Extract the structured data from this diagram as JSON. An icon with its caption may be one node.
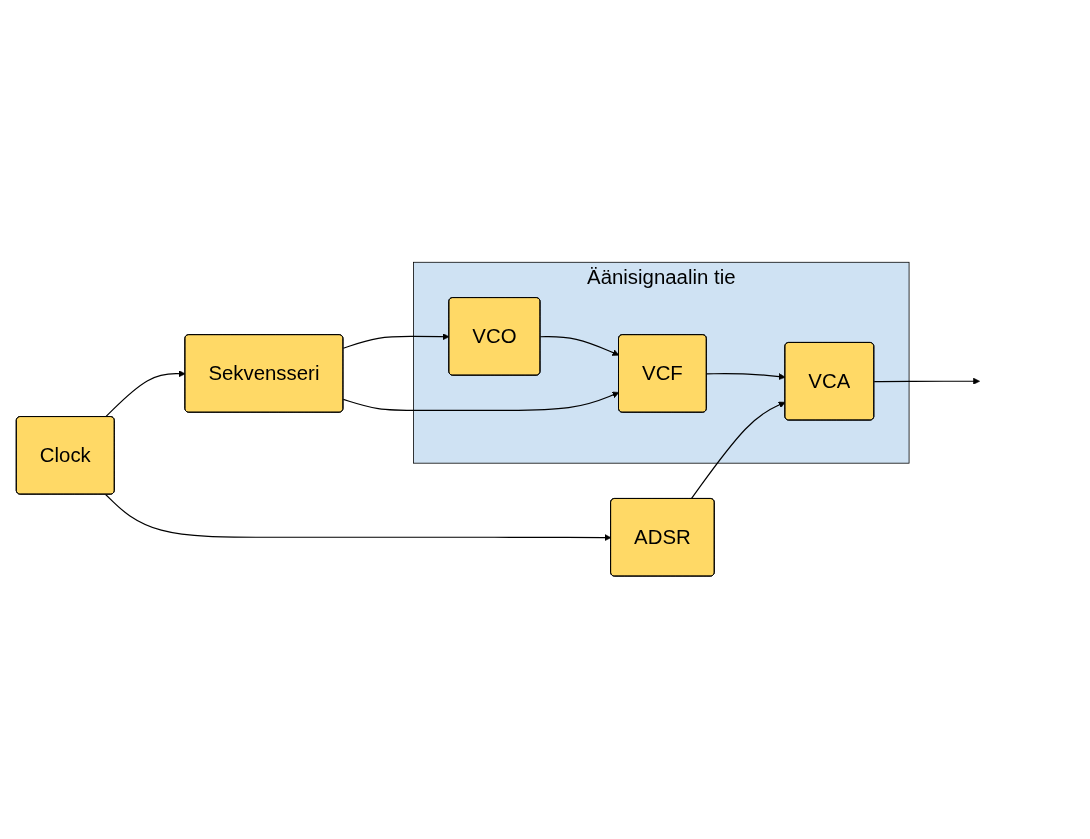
{
  "diagram": {
    "nodes": [
      {
        "text": [
          "Äänisignaalin tie"
        ]
      },
      {
        "text": [
          "VCO"
        ],
        "in": 0
      },
      {
        "text": [
          "VCF"
        ],
        "in": 0
      },
      {
        "text": [
          "VCA"
        ],
        "in": 0
      },
      {
        "text": [
          "Sekvensseri"
        ]
      },
      {
        "text": [
          "Clock"
        ]
      },
      {
        "text": [
          "ADSR"
        ]
      }
    ],
    "edges": [
      {
        "from": 1,
        "to": 2,
        "arrow": "to"
      },
      {
        "from": 2,
        "to": 3,
        "arrow": "to"
      },
      {
        "from": 3,
        "to": null,
        "arrow": "to"
      },
      {
        "from": 4,
        "to": 1,
        "arrow": "to"
      },
      {
        "from": 4,
        "to": 2,
        "arrow": "to"
      },
      {
        "from": 6,
        "to": 3,
        "arrow": "to"
      },
      {
        "from": 5,
        "to": 4,
        "arrow": "to"
      },
      {
        "from": 5,
        "to": 6,
        "arrow": "to"
      }
    ]
  }
}
